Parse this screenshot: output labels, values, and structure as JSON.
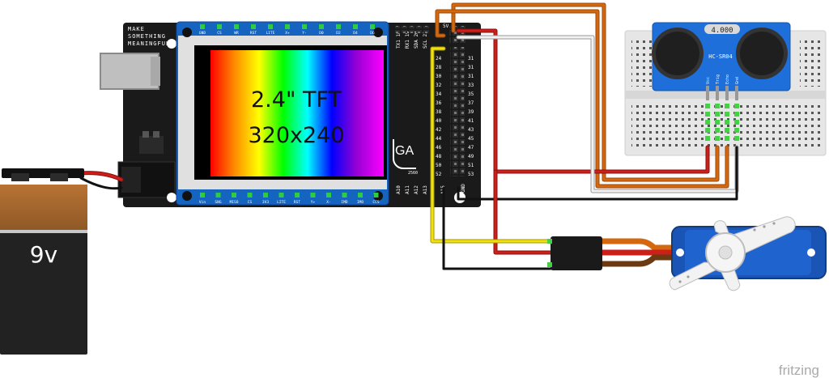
{
  "board": {
    "silk_line1": "MAKE",
    "silk_line2": "SOMETHING",
    "silk_line3": "MEANINGFUL",
    "logo_text": "GA",
    "model": "2560",
    "gnd_label": "GND",
    "top_pins": [
      "TX1 18",
      "RX1 19",
      "SDA 20",
      "SCL 21"
    ],
    "bottom_pins": [
      "A10",
      "A11",
      "A12",
      "A13"
    ],
    "a15_label": "A15",
    "header_5v": "5V",
    "header_rows": [
      [
        "24",
        "31"
      ],
      [
        "28",
        "31"
      ],
      [
        "30",
        "31"
      ],
      [
        "32",
        "33"
      ],
      [
        "34",
        "35"
      ],
      [
        "36",
        "37"
      ],
      [
        "38",
        "39"
      ],
      [
        "40",
        "41"
      ],
      [
        "42",
        "43"
      ],
      [
        "44",
        "45"
      ],
      [
        "46",
        "47"
      ],
      [
        "48",
        "49"
      ],
      [
        "50",
        "51"
      ],
      [
        "52",
        "53"
      ]
    ]
  },
  "tft": {
    "line1": "2.4\" TFT",
    "line2": "320x240",
    "top_pins": [
      "GND",
      "CS",
      "WR",
      "RST",
      "LITE",
      "X+",
      "Y-",
      "D0",
      "D2",
      "D4",
      "D6"
    ],
    "bottom_pins": [
      "Vin",
      "SNG",
      "MISO",
      "CS",
      "3V3",
      "LITE",
      "RST",
      "Y+",
      "X-",
      "IMD",
      "IMO",
      "CCS"
    ]
  },
  "battery": {
    "label": "9v"
  },
  "sensor": {
    "crystal": "4.000",
    "model": "HC-SR04",
    "pins": [
      "Vcc",
      "Trig",
      "Echo",
      "Gnd"
    ]
  },
  "watermark": "fritzing",
  "colors": {
    "board": "#1a1a1a",
    "tft_pcb": "#1565c0",
    "sensor_pcb": "#1e6fd9",
    "wire_red": "#cc1f1a",
    "wire_orange": "#d4680f",
    "wire_yellow": "#f0e010",
    "wire_black": "#111111",
    "wire_white": "#dddddd",
    "servo_blue": "#1a55b5",
    "battery_orange": "#b87333"
  },
  "icons": [
    "usb-connector-icon",
    "barrel-jack-icon",
    "servo-horn-icon",
    "ultrasonic-transducer-icon"
  ]
}
